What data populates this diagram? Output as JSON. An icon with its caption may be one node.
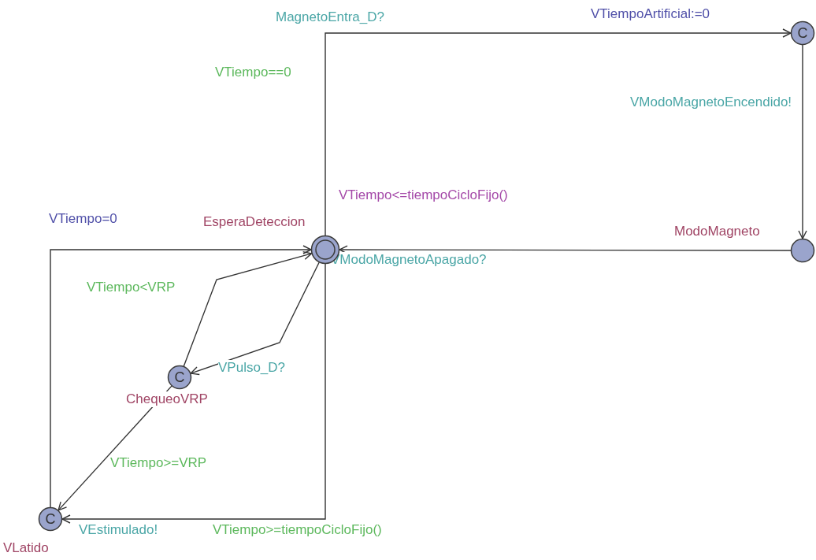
{
  "diagram": {
    "nodes": [
      {
        "text": [],
        "shape": "circle",
        "beside": [
          "EsperaDeteccion",
          "VTiempo<=tiempoCicloFijo()"
        ]
      },
      {
        "text": [
          "C"
        ]
      },
      {
        "text": [],
        "shape": "circle",
        "beside": [
          "ModoMagneto"
        ]
      },
      {
        "text": [
          "C"
        ],
        "beside": [
          "ChequeoVRP"
        ]
      },
      {
        "text": [
          "C"
        ],
        "beside": [
          "VLatido"
        ]
      }
    ],
    "edges": [
      {
        "from": 0,
        "to": 1,
        "arrow": "to",
        "label": "MagnetoEntra_D?"
      },
      {
        "from": 1,
        "to": 2,
        "arrow": "to",
        "label": "VModoMagnetoEncendido!"
      },
      {
        "from": 2,
        "to": 0,
        "arrow": "to",
        "label": "VModoMagnetoApagado?"
      },
      {
        "from": 0,
        "to": 3,
        "arrow": "to",
        "label": "VPulso_D?"
      },
      {
        "from": 3,
        "to": 0,
        "arrow": "to",
        "label": "VTiempo<VRP"
      },
      {
        "from": 3,
        "to": 4,
        "arrow": "to",
        "label": "VTiempo>=VRP"
      },
      {
        "from": 0,
        "to": 4,
        "arrow": "to",
        "label": "VTiempo>=tiempoCicloFijo()"
      },
      {
        "from": 4,
        "to": 0,
        "arrow": "to",
        "label": "VTiempo=0"
      }
    ],
    "labels": [
      "VTiempo==0",
      "VTiempoArtificial:=0",
      "VEstimulado!"
    ]
  }
}
